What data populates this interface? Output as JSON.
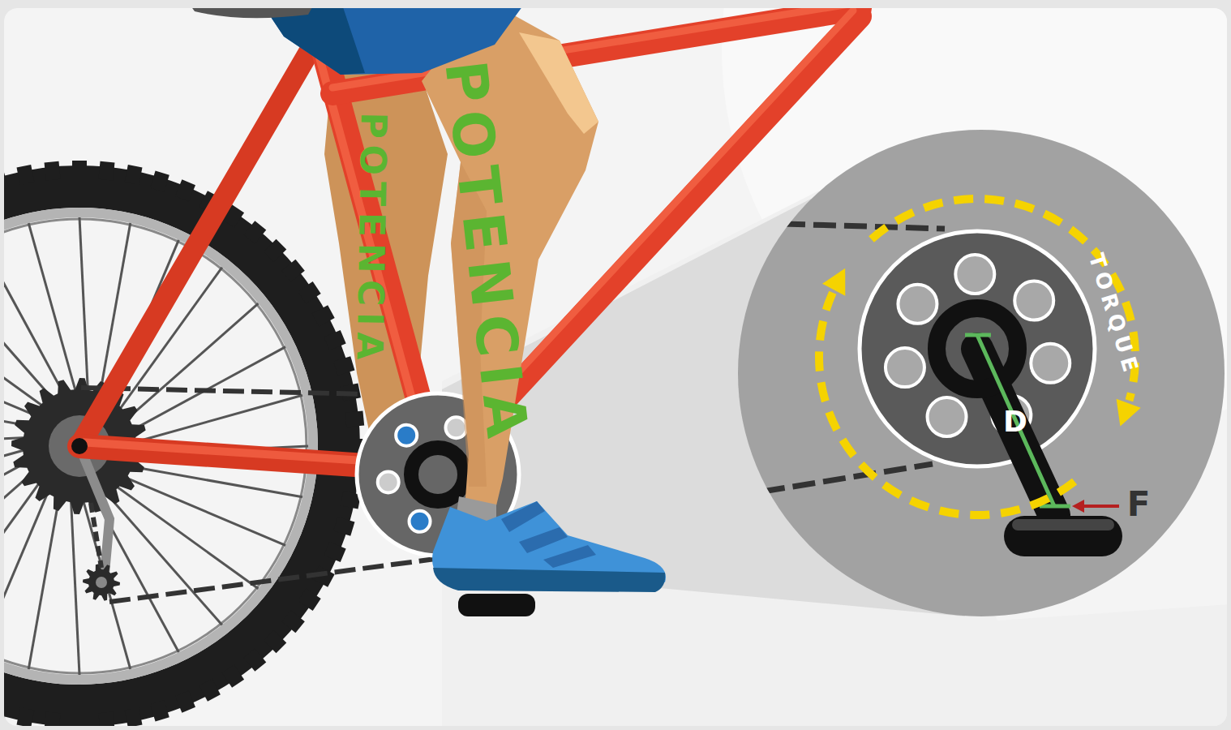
{
  "diagram": {
    "labels": [
      "POTENCIA",
      "POTENCIA",
      "TORQUE",
      "D",
      "F"
    ]
  }
}
